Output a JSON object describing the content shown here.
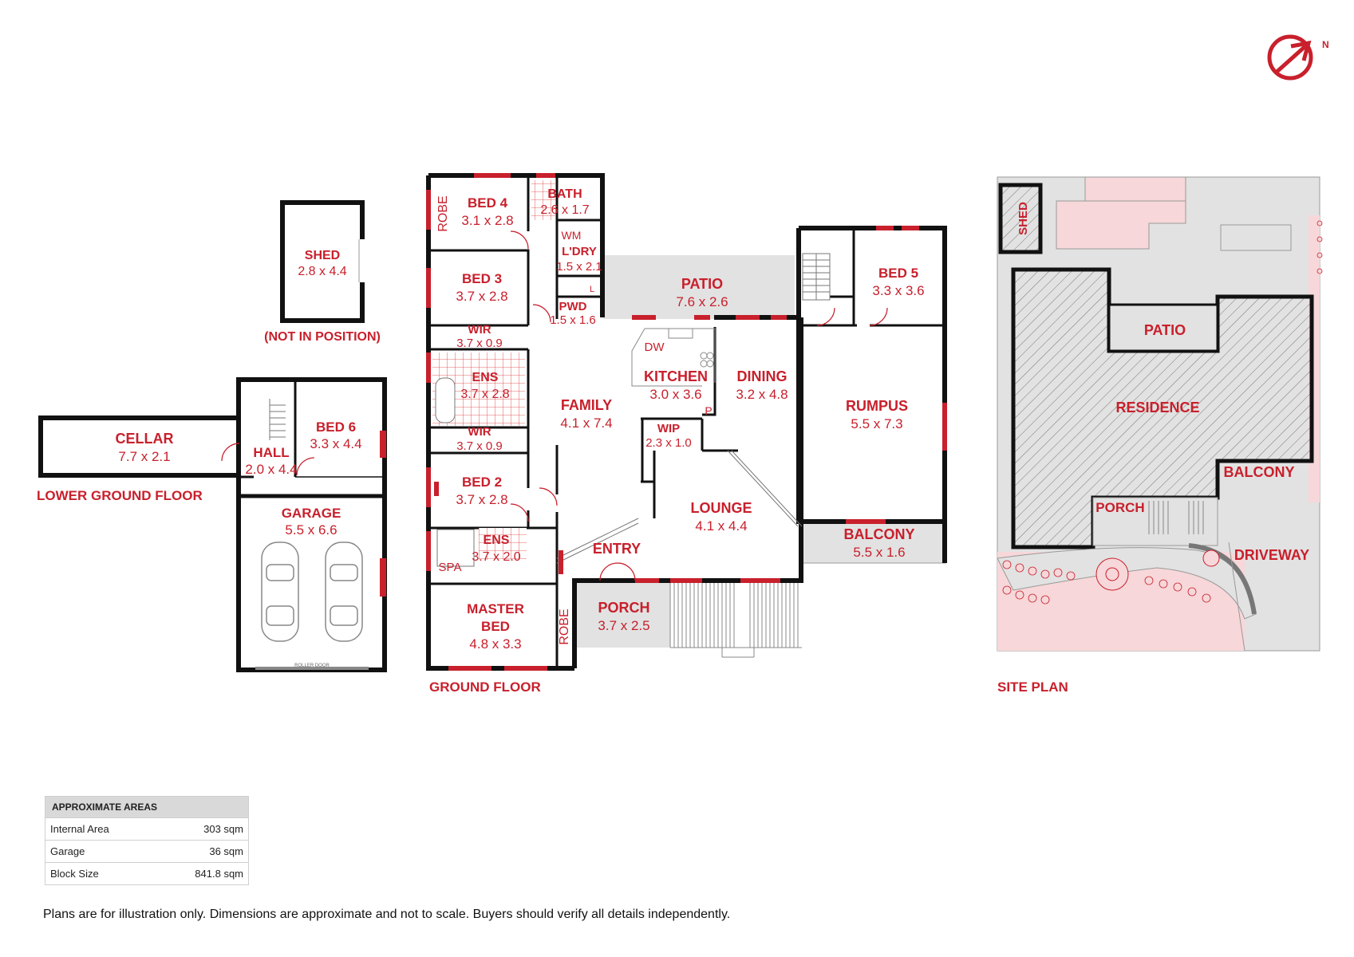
{
  "colors": {
    "accent": "#c8202c",
    "wall": "#111111",
    "paving": "#e2e2e2",
    "garden": "#f7d7d9"
  },
  "compass": {
    "icon": "north-arrow-icon",
    "label": "N"
  },
  "floors": {
    "lower": "LOWER GROUND FLOOR",
    "ground": "GROUND FLOOR",
    "site": "SITE PLAN"
  },
  "rooms": {
    "shed": {
      "name": "SHED",
      "dims": "2.8 x 4.4"
    },
    "not_in_position": "(NOT IN POSITION)",
    "cellar": {
      "name": "CELLAR",
      "dims": "7.7 x 2.1"
    },
    "hall": {
      "name": "HALL",
      "dims": "2.0 x 4.4"
    },
    "bed6": {
      "name": "BED 6",
      "dims": "3.3 x 4.4"
    },
    "garage": {
      "name": "GARAGE",
      "dims": "5.5 x 6.6"
    },
    "roller_door": "ROLLER DOOR",
    "bed4": {
      "name": "BED 4",
      "dims": "3.1 x 2.8"
    },
    "robe_top": "ROBE",
    "bath": {
      "name": "BATH",
      "dims": "2.6 x 1.7"
    },
    "wm": "WM",
    "ldry": {
      "name": "L'DRY",
      "dims": "1.5 x 2.1"
    },
    "l": "L",
    "pwd": {
      "name": "PWD",
      "dims": "1.5 x 1.6"
    },
    "bed3": {
      "name": "BED 3",
      "dims": "3.7 x 2.8"
    },
    "wir1": {
      "name": "WIR",
      "dims": "3.7 x 0.9"
    },
    "ens1": {
      "name": "ENS",
      "dims": "3.7 x 2.8"
    },
    "wir2": {
      "name": "WIR",
      "dims": "3.7 x 0.9"
    },
    "bed2": {
      "name": "BED 2",
      "dims": "3.7 x 2.8"
    },
    "ens2": {
      "name": "ENS",
      "dims": "3.7 x 2.0"
    },
    "spa": "SPA",
    "master": {
      "name1": "MASTER",
      "name2": "BED",
      "dims": "4.8 x 3.3"
    },
    "robe_bottom": "ROBE",
    "family": {
      "name": "FAMILY",
      "dims": "4.1 x 7.4"
    },
    "patio": {
      "name": "PATIO",
      "dims": "7.6 x 2.6"
    },
    "dw": "DW",
    "kitchen": {
      "name": "KITCHEN",
      "dims": "3.0 x 3.6"
    },
    "p": "P",
    "wip": {
      "name": "WIP",
      "dims": "2.3 x 1.0"
    },
    "dining": {
      "name": "DINING",
      "dims": "3.2 x 4.8"
    },
    "lounge": {
      "name": "LOUNGE",
      "dims": "4.1 x 4.4"
    },
    "entry": {
      "name": "ENTRY"
    },
    "porch": {
      "name": "PORCH",
      "dims": "3.7 x 2.5"
    },
    "bed5": {
      "name": "BED 5",
      "dims": "3.3 x 3.6"
    },
    "rumpus": {
      "name": "RUMPUS",
      "dims": "5.5 x 7.3"
    },
    "balcony": {
      "name": "BALCONY",
      "dims": "5.5 x 1.6"
    }
  },
  "site": {
    "shed": "SHED",
    "patio": "PATIO",
    "residence": "RESIDENCE",
    "balcony": "BALCONY",
    "porch": "PORCH",
    "driveway": "DRIVEWAY"
  },
  "areas": {
    "title": "APPROXIMATE AREAS",
    "rows": [
      {
        "label": "Internal Area",
        "value": "303 sqm"
      },
      {
        "label": "Garage",
        "value": "36 sqm"
      },
      {
        "label": "Block Size",
        "value": "841.8 sqm"
      }
    ]
  },
  "disclaimer": "Plans are for illustration only. Dimensions are approximate and not to scale. Buyers should verify all details independently."
}
